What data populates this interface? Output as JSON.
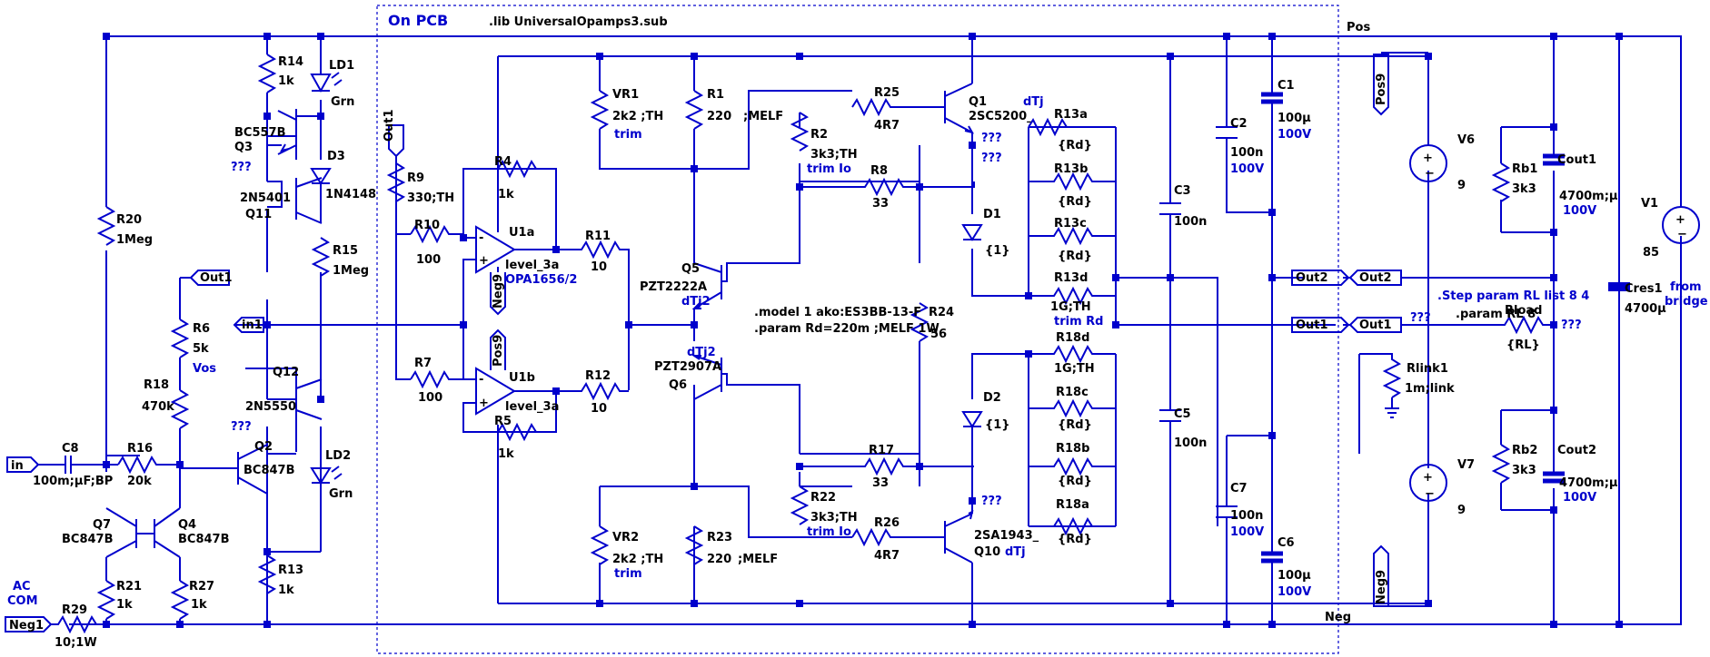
{
  "board": {
    "title": "On PCB",
    "lib": ".lib UniversalOpamps3.sub"
  },
  "nets": {
    "pos": "Pos",
    "neg": "Neg",
    "ac_com": "AC",
    "ac_com2": "COM",
    "from1": "from",
    "from2": "bridge"
  },
  "ports": {
    "in": "in",
    "in1": "in1",
    "out1_top": "Out1",
    "out1_left": "Out1",
    "neg9_u1": "Neg9",
    "pos9_u1": "Pos9",
    "pos9_right": "Pos9",
    "neg9_right": "Neg9",
    "out2_a": "Out2",
    "out2_b": "Out2",
    "out1_a": "Out1",
    "out1_b": "Out1",
    "neg1": "Neg1"
  },
  "directives": {
    "model": ".model 1 ako:ES3BB-13-F",
    "param_rd": ".param Rd=220m ;MELF 1W",
    "step": ".Step param RL list 8 4",
    "param_rl": ".param RL 8"
  },
  "components": {
    "R14": {
      "ref": "R14",
      "val": "1k"
    },
    "LD1": {
      "ref": "LD1",
      "val": "Grn"
    },
    "Q3": {
      "ref": "Q3",
      "val": "BC557B"
    },
    "D3": {
      "ref": "D3",
      "val": "1N4148"
    },
    "Q11": {
      "ref": "Q11",
      "val": "2N5401"
    },
    "R15": {
      "ref": "R15",
      "val": "1Meg"
    },
    "R20": {
      "ref": "R20",
      "val": "1Meg"
    },
    "R6": {
      "ref": "R6",
      "val": "5k",
      "note": "Vos"
    },
    "R18": {
      "ref": "R18",
      "val": "470k"
    },
    "Q12": {
      "ref": "Q12",
      "val": "2N5550"
    },
    "Q2": {
      "ref": "Q2",
      "val": "BC847B"
    },
    "LD2": {
      "ref": "LD2",
      "val": "Grn"
    },
    "C8": {
      "ref": "C8",
      "val": "100m;µF;BP"
    },
    "R16": {
      "ref": "R16",
      "val": "20k"
    },
    "Q7": {
      "ref": "Q7",
      "val": "BC847B"
    },
    "Q4": {
      "ref": "Q4",
      "val": "BC847B"
    },
    "R21": {
      "ref": "R21",
      "val": "1k"
    },
    "R27": {
      "ref": "R27",
      "val": "1k"
    },
    "R13": {
      "ref": "R13",
      "val": "1k"
    },
    "R29": {
      "ref": "R29",
      "val": "10;1W"
    },
    "R9": {
      "ref": "R9",
      "val": "330;TH"
    },
    "R10": {
      "ref": "R10",
      "val": "100"
    },
    "R7": {
      "ref": "R7",
      "val": "100"
    },
    "R4": {
      "ref": "R4",
      "val": "1k"
    },
    "R5": {
      "ref": "R5",
      "val": "1k"
    },
    "U1a": {
      "ref": "U1a",
      "val": "level_3a",
      "part": "OPA1656/2"
    },
    "U1b": {
      "ref": "U1b",
      "val": "level_3a"
    },
    "R11": {
      "ref": "R11",
      "val": "10"
    },
    "R12": {
      "ref": "R12",
      "val": "10"
    },
    "VR1": {
      "ref": "VR1",
      "val": "2k2 ;TH",
      "note": "trim"
    },
    "VR2": {
      "ref": "VR2",
      "val": "2k2 ;TH",
      "note": "trim"
    },
    "R1": {
      "ref": "R1",
      "val": "220",
      "note": ";MELF"
    },
    "R23": {
      "ref": "R23",
      "val": "220",
      "note": ";MELF"
    },
    "R2": {
      "ref": "R2",
      "val": "3k3;TH",
      "note": "trim Io"
    },
    "R22": {
      "ref": "R22",
      "val": "3k3;TH",
      "note": "trim Io"
    },
    "R25": {
      "ref": "R25",
      "val": "4R7"
    },
    "R26": {
      "ref": "R26",
      "val": "4R7"
    },
    "R8": {
      "ref": "R8",
      "val": "33"
    },
    "R17": {
      "ref": "R17",
      "val": "33"
    },
    "R24": {
      "ref": "R24",
      "val": "56"
    },
    "Q5": {
      "ref": "Q5",
      "val": "PZT2222A",
      "note": "dTj2"
    },
    "Q6": {
      "ref": "Q6",
      "val": "PZT2907A",
      "note": "dTj2"
    },
    "Q1": {
      "ref": "Q1",
      "val": "2SC5200_",
      "note": "dTj"
    },
    "Q10": {
      "ref": "Q10",
      "val": "2SA1943_",
      "note": "dTj"
    },
    "D1": {
      "ref": "D1",
      "val": "{1}"
    },
    "D2": {
      "ref": "D2",
      "val": "{1}"
    },
    "R13a": {
      "ref": "R13a",
      "val": "{Rd}"
    },
    "R13b": {
      "ref": "R13b",
      "val": "{Rd}"
    },
    "R13c": {
      "ref": "R13c",
      "val": "{Rd}"
    },
    "R13d": {
      "ref": "R13d",
      "val": "1G;TH",
      "note": "trim Rd"
    },
    "R18d": {
      "ref": "R18d",
      "val": "1G;TH"
    },
    "R18c": {
      "ref": "R18c",
      "val": "{Rd}"
    },
    "R18b": {
      "ref": "R18b",
      "val": "{Rd}"
    },
    "R18a": {
      "ref": "R18a",
      "val": "{Rd}"
    },
    "C3": {
      "ref": "C3",
      "val": "100n"
    },
    "C5": {
      "ref": "C5",
      "val": "100n"
    },
    "C2": {
      "ref": "C2",
      "val": "100n",
      "note": "100V"
    },
    "C7": {
      "ref": "C7",
      "val": "100n",
      "note": "100V"
    },
    "C1": {
      "ref": "C1",
      "val": "100µ",
      "note": "100V"
    },
    "C6": {
      "ref": "C6",
      "val": "100µ",
      "note": "100V"
    },
    "V6": {
      "ref": "V6",
      "val": "9"
    },
    "V7": {
      "ref": "V7",
      "val": "9"
    },
    "Rlink1": {
      "ref": "Rlink1",
      "val": "1m;link"
    },
    "Rload": {
      "ref": "Rload",
      "val": "{RL}"
    },
    "Rb1": {
      "ref": "Rb1",
      "val": "3k3"
    },
    "Rb2": {
      "ref": "Rb2",
      "val": "3k3"
    },
    "Cout1": {
      "ref": "Cout1",
      "val": "4700m;µ",
      "note": "100V"
    },
    "Cout2": {
      "ref": "Cout2",
      "val": "4700m;µ",
      "note": "100V"
    },
    "Cres1": {
      "ref": "Cres1",
      "val": "4700µ"
    },
    "V1": {
      "ref": "V1",
      "val": "85"
    }
  },
  "probes": {
    "q3": "???",
    "q2": "???",
    "q1e": "???",
    "q1c": "???",
    "q10": "???",
    "rload_l": "???",
    "rload_r": "???"
  }
}
